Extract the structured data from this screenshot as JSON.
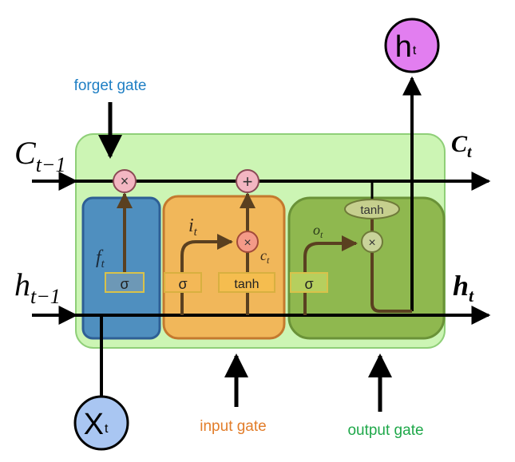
{
  "labels": {
    "forget_gate": "forget gate",
    "input_gate": "input gate",
    "output_gate": "output gate"
  },
  "cell_state": {
    "in_symbol": "C",
    "in_subscript": "t−1",
    "out_symbol": "C",
    "out_subscript": "t"
  },
  "hidden_state": {
    "in_symbol": "h",
    "in_subscript": "t−1",
    "out_symbol": "h",
    "out_subscript": "t"
  },
  "input_node": {
    "symbol": "X",
    "subscript": "t"
  },
  "output_node": {
    "symbol": "h",
    "subscript": "t"
  },
  "ops": {
    "multiply": "×",
    "add": "+",
    "sigma": "σ",
    "tanh": "tanh"
  },
  "gate_symbols": {
    "f_symbol": "f",
    "f_sub": "t",
    "i_symbol": "i",
    "i_sub": "t",
    "c_symbol": "c",
    "c_sub": "t",
    "o_symbol": "o",
    "o_sub": "t"
  },
  "colors": {
    "cell_bg": "#ccf5b4",
    "forget_fill": "#4f8fbf",
    "input_fill": "#f1b75a",
    "output_fill": "#8fb84f",
    "forget_label": "#1f7fc4",
    "input_label": "#e27d2a",
    "output_label": "#1fa84a",
    "output_node": "#e27ef0",
    "input_node": "#a9c6f2"
  }
}
